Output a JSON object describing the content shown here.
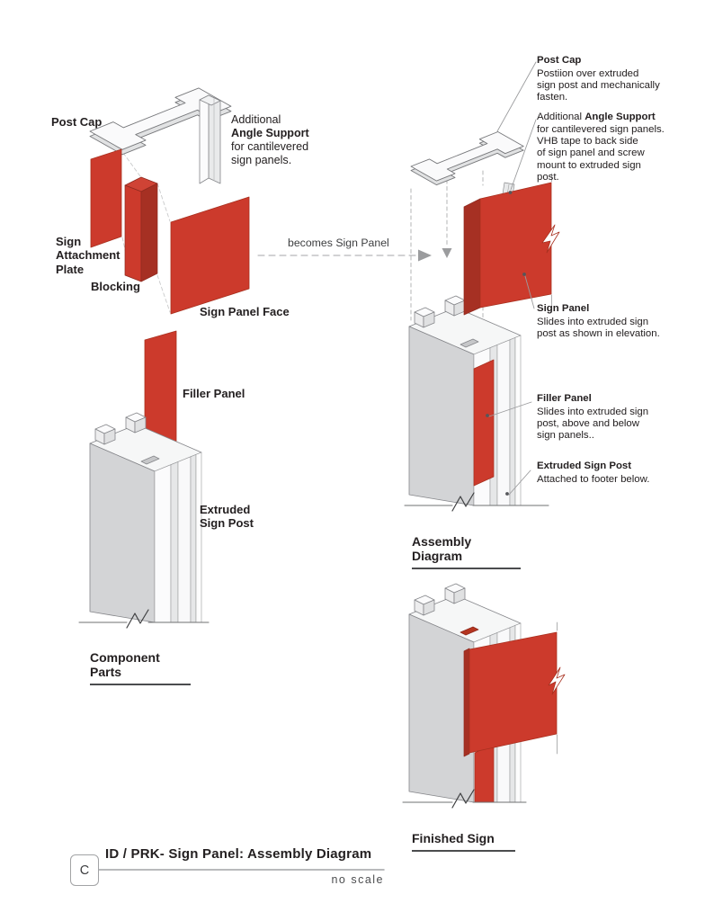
{
  "colors": {
    "panel_red": "#cc3a2c",
    "panel_red_dark": "#a63023",
    "panel_red_top": "#cf4335",
    "metal_gray": "#d3d4d6",
    "line_gray": "#9b9c9e",
    "ink": "#242021"
  },
  "component_parts": {
    "heading": "Component Parts",
    "post_cap_label": "Post Cap",
    "angle_support": {
      "pre": "Additional",
      "name": "Angle Support",
      "rest": "for cantilevered\nsign panels."
    },
    "sign_attachment_plate_label": "Sign\nAttachment\nPlate",
    "blocking_label": "Blocking",
    "sign_panel_face_label": "Sign Panel Face",
    "filler_panel_label": "Filler Panel",
    "extruded_sign_post_label": "Extruded\nSign Post"
  },
  "transition_label": "becomes Sign Panel",
  "assembly_diagram": {
    "heading": "Assembly Diagram",
    "post_cap": {
      "title": "Post Cap",
      "body": "Postiion over extruded\nsign post and mechanically\nfasten."
    },
    "angle_support": {
      "pre": "Additional ",
      "title": "Angle Support",
      "body": "for cantilevered sign panels.\nVHB tape to back side\nof sign panel and screw\nmount to extruded sign\npost."
    },
    "sign_panel": {
      "title": "Sign Panel",
      "body": "Slides into extruded sign\npost as shown in elevation."
    },
    "filler_panel": {
      "title": "Filler Panel",
      "body": "Slides into extruded sign\npost, above and below\nsign panels.."
    },
    "extruded_sign_post": {
      "title": "Extruded Sign Post",
      "body": "Attached to footer below."
    }
  },
  "finished_sign": {
    "heading": "Finished Sign"
  },
  "title_block": {
    "detail_letter": "C",
    "title": "ID / PRK- Sign Panel: Assembly Diagram",
    "scale_note": "no scale"
  }
}
